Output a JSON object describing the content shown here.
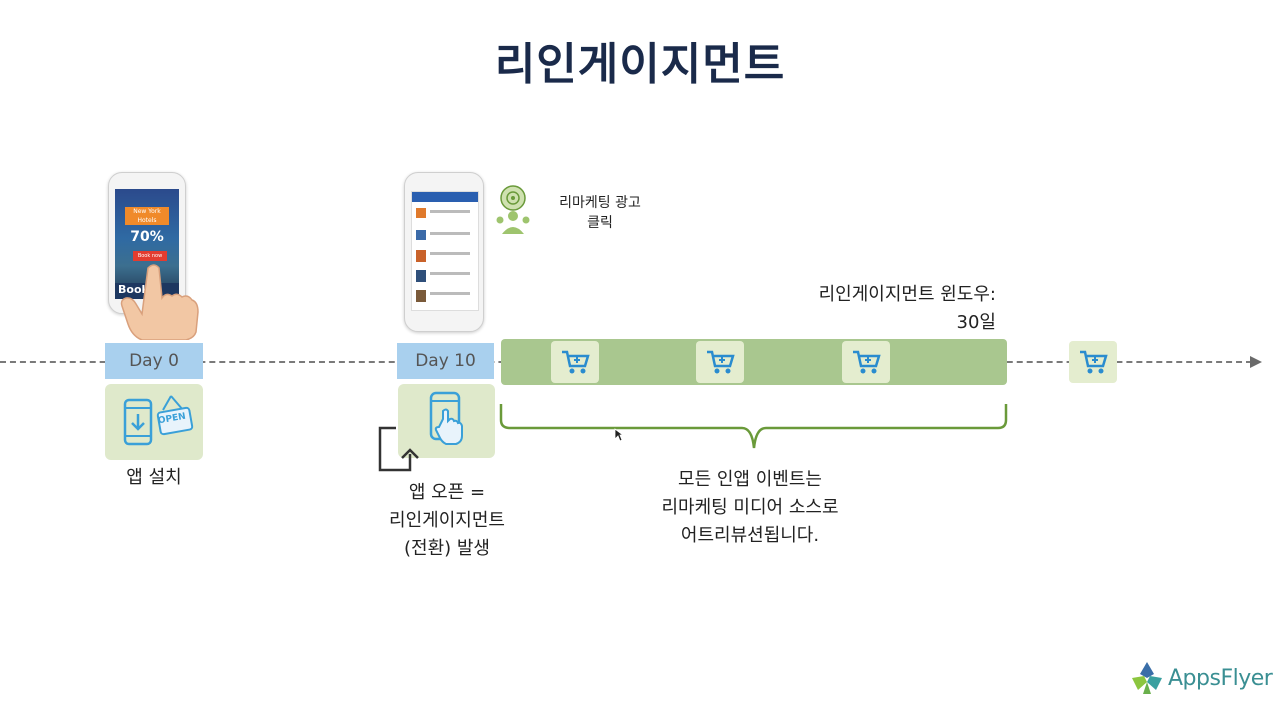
{
  "title": "리인게이지먼트",
  "stages": {
    "day0_label": "Day 0",
    "day10_label": "Day 10",
    "install_label": "앱 설치",
    "open_label_line1": "앱 오픈 =",
    "open_label_line2": "리인게이지먼트",
    "open_label_line3": "(전환) 발생"
  },
  "ad_click": {
    "line1": "리마케팅 광고",
    "line2": "클릭"
  },
  "reengagement_window": {
    "line1": "리인게이지먼트 윈도우:",
    "line2": "30일"
  },
  "attribution_note": {
    "line1": "모든 인앱 이벤트는",
    "line2": "리마케팅 미디어 소스로",
    "line3": "어트리뷰션됩니다."
  },
  "phone_ad": {
    "headline": "New York Hotels",
    "discount": "70%",
    "cta": "Book now",
    "brand": "Booki"
  },
  "open_sign": "OPEN",
  "logo_text": "AppsFlyer",
  "colors": {
    "title": "#1a2a4a",
    "day_label_bg": "#a9d0ee",
    "window_bar": "#a9c78f",
    "card_bg": "#dfe9cb",
    "icon_blue": "#3aa0d8",
    "brace_green": "#6a9a3a"
  }
}
